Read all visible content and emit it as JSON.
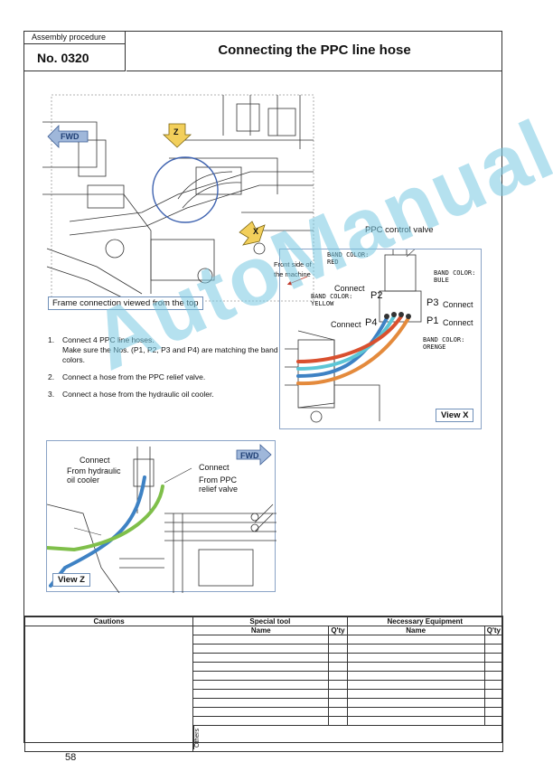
{
  "header": {
    "procedure_label": "Assembly procedure",
    "number": "No. 0320",
    "title": "Connecting the PPC line hose"
  },
  "figure_top": {
    "fwd_label": "FWD",
    "z_marker": "Z",
    "x_marker": "X",
    "caption": "Frame connection viewed from the top"
  },
  "figure_x": {
    "title": "PPC control valve",
    "front_side": "Front side of\nthe machine",
    "band_red": "BAND COLOR:\nRED",
    "band_yellow": "BAND COLOR:\nYELLOW",
    "band_blue": "BAND COLOR:\nBULE",
    "band_orange": "BAND COLOR:\nORENGE",
    "port_p1": "P1",
    "port_p2": "P2",
    "port_p3": "P3",
    "port_p4": "P4",
    "connect_label": "Connect",
    "view": "View X",
    "colors": {
      "red": "#d9502f",
      "yellow": "#d8b23a",
      "blue": "#3e82c4",
      "orange": "#e48a3c",
      "cyan": "#5cc6d6"
    }
  },
  "steps": [
    {
      "num": "1.",
      "text": "Connect 4 PPC line hoses.",
      "sub": "Make sure the Nos. (P1, P2, P3 and P4) are matching the band colors."
    },
    {
      "num": "2.",
      "text": "Connect a hose from the PPC relief valve."
    },
    {
      "num": "3.",
      "text": "Connect a hose from the hydraulic oil cooler."
    }
  ],
  "figure_z": {
    "fwd_label": "FWD",
    "connect_label": "Connect",
    "from_cooler": "From hydraulic\noil cooler",
    "from_relief": "From PPC\nrelief valve",
    "view": "View Z"
  },
  "watermark": "AutoManual",
  "table": {
    "cautions": "Cautions",
    "special_tool": "Special tool",
    "necessary_equipment": "Necessary Equipment",
    "name": "Name",
    "qty": "Q'ty",
    "others": "Others"
  },
  "page_number": "58"
}
